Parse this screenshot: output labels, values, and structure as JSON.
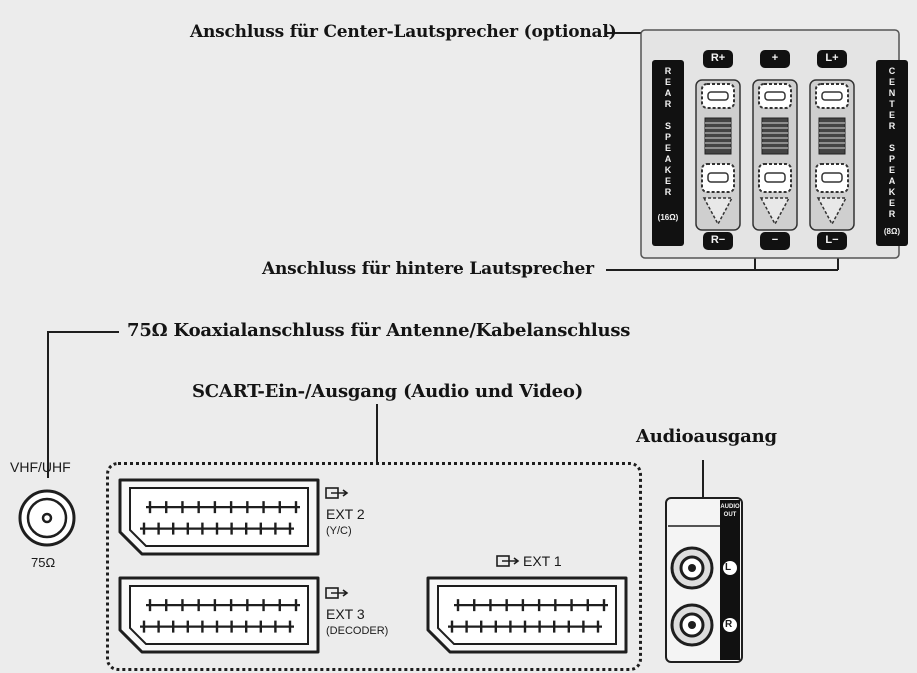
{
  "callouts": {
    "center_speaker": "Anschluss für Center-Lautsprecher (optional)",
    "rear_speaker": "Anschluss für hintere Lautsprecher",
    "antenna": "75Ω Koaxialanschluss für Antenne/Kabelanschluss",
    "scart": "SCART-Ein-/Ausgang (Audio und Video)",
    "audio_out": "Audioausgang"
  },
  "antenna_port": {
    "top_label": "VHF/UHF",
    "bottom_label": "75Ω"
  },
  "scart_ports": {
    "ext2": {
      "name": "EXT 2",
      "sub": "(Y/C)"
    },
    "ext3": {
      "name": "EXT 3",
      "sub": "(DECODER)"
    },
    "ext1": {
      "name": "EXT 1"
    }
  },
  "speaker_panel": {
    "rear_label": "REAR SPEAKER",
    "rear_impedance": "(16Ω)",
    "center_label": "CENTER SPEAKER",
    "center_impedance": "(8Ω)",
    "terminals_top": [
      "R+",
      "+",
      "L+"
    ],
    "terminals_bottom": [
      "R−",
      "−",
      "L−"
    ]
  },
  "audio_panel": {
    "header_line1": "AUDIO",
    "header_line2": "OUT",
    "jack_left": "L",
    "jack_right": "R"
  }
}
